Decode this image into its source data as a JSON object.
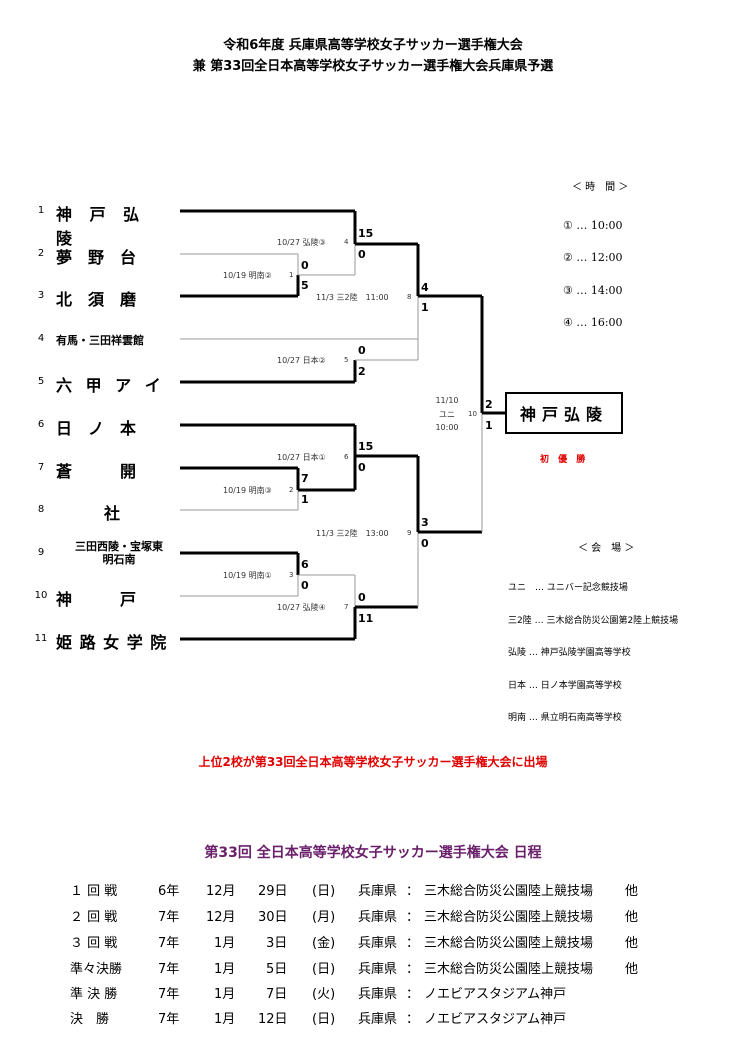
{
  "title": {
    "line1": "令和6年度 兵庫県高等学校女子サッカー選手権大会",
    "line2": "兼 第33回全日本高等学校女子サッカー選手権大会兵庫県予選"
  },
  "teams": [
    {
      "num": "1",
      "name": "神 戸 弘 陵"
    },
    {
      "num": "2",
      "name": "夢　野　台"
    },
    {
      "num": "3",
      "name": "北　須　磨"
    },
    {
      "num": "4",
      "name": "有馬・三田祥雲館"
    },
    {
      "num": "5",
      "name": "六 甲 ア イ"
    },
    {
      "num": "6",
      "name": "日　ノ　本"
    },
    {
      "num": "7",
      "name": "蒼　　　開"
    },
    {
      "num": "8",
      "name": "社"
    },
    {
      "num": "9",
      "name": "三田西陵・宝塚東\n明石南"
    },
    {
      "num": "10",
      "name": "神　　　戸"
    },
    {
      "num": "11",
      "name": "姫 路 女 学 院"
    }
  ],
  "matches": {
    "m1": {
      "info": "10/19 明南②",
      "num": "1",
      "score_top": "0",
      "score_bottom": "5"
    },
    "m2": {
      "info": "10/19 明南③",
      "num": "2",
      "score_top": "7",
      "score_bottom": "1"
    },
    "m3": {
      "info": "10/19 明南①",
      "num": "3",
      "score_top": "6",
      "score_bottom": "0"
    },
    "m4": {
      "info": "10/27 弘陵③",
      "num": "4",
      "score_top": "15",
      "score_bottom": "0"
    },
    "m5": {
      "info": "10/27 日本②",
      "num": "5",
      "score_top": "0",
      "score_bottom": "2"
    },
    "m6": {
      "info": "10/27 日本①",
      "num": "6",
      "score_top": "15",
      "score_bottom": "0"
    },
    "m7": {
      "info": "10/27 弘陵④",
      "num": "7",
      "score_top": "0",
      "score_bottom": "11"
    },
    "m8": {
      "info": "11/3 三2陸　11:00",
      "num": "8",
      "score_top": "4",
      "score_bottom": "1"
    },
    "m9": {
      "info": "11/3 三2陸　13:00",
      "num": "9",
      "score_top": "3",
      "score_bottom": "0"
    },
    "m10": {
      "date": "11/10",
      "venue": "ユニ",
      "time": "10:00",
      "num": "10",
      "score_top": "2",
      "score_bottom": "1"
    }
  },
  "winner": {
    "name": "神戸弘陵",
    "label": "初 優 勝"
  },
  "times": {
    "header": "＜ 時　間 ＞",
    "rows": [
      "① … 10:00",
      "② … 12:00",
      "③ … 14:00",
      "④ … 16:00"
    ]
  },
  "venues": {
    "header": "＜ 会　場 ＞",
    "rows": [
      "ユニ　… ユニバー記念競技場",
      "三2陸 … 三木総合防災公園第2陸上競技場",
      "弘陵 … 神戸弘陵学園高等学校",
      "日本 … 日ノ本学園高等学校",
      "明南 … 県立明石南高等学校"
    ]
  },
  "qualifier_note": "上位2校が第33回全日本高等学校女子サッカー選手権大会に出場",
  "schedule": {
    "title": "第33回 全日本高等学校女子サッカー選手権大会 日程",
    "rows": [
      {
        "round": "１ 回 戦",
        "year": "6年",
        "month": "12月",
        "day": "29日",
        "dow": "(日)",
        "pref": "兵庫県",
        "sep": "：",
        "venue": "三木総合防災公園陸上競技場",
        "etc": "他"
      },
      {
        "round": "２ 回 戦",
        "year": "7年",
        "month": "12月",
        "day": "30日",
        "dow": "(月)",
        "pref": "兵庫県",
        "sep": "：",
        "venue": "三木総合防災公園陸上競技場",
        "etc": "他"
      },
      {
        "round": "３ 回 戦",
        "year": "7年",
        "month": "1月",
        "day": "3日",
        "dow": "(金)",
        "pref": "兵庫県",
        "sep": "：",
        "venue": "三木総合防災公園陸上競技場",
        "etc": "他"
      },
      {
        "round": "準々決勝",
        "year": "7年",
        "month": "1月",
        "day": "5日",
        "dow": "(日)",
        "pref": "兵庫県",
        "sep": "：",
        "venue": "三木総合防災公園陸上競技場",
        "etc": "他"
      },
      {
        "round": "準 決 勝",
        "year": "7年",
        "month": "1月",
        "day": "7日",
        "dow": "(火)",
        "pref": "兵庫県",
        "sep": "：",
        "venue": "ノエビアスタジアム神戸",
        "etc": ""
      },
      {
        "round": "決　勝",
        "year": "7年",
        "month": "1月",
        "day": "12日",
        "dow": "(日)",
        "pref": "兵庫県",
        "sep": "：",
        "venue": "ノエビアスタジアム神戸",
        "etc": ""
      }
    ]
  }
}
